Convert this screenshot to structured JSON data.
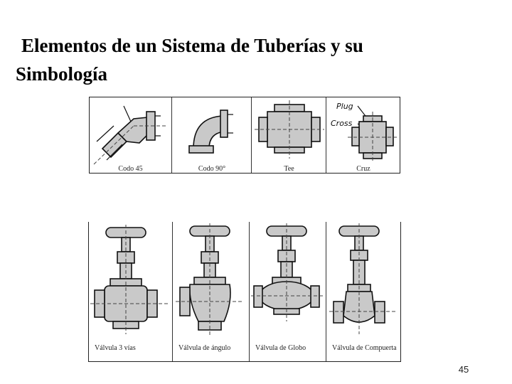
{
  "title": {
    "line1": "Elementos de un Sistema de Tuberías y su",
    "line2": "Simbología"
  },
  "fittings": {
    "items": [
      {
        "caption": "Codo 45"
      },
      {
        "caption": "Codo 90°"
      },
      {
        "caption": "Tee"
      },
      {
        "caption": "Cruz"
      }
    ],
    "labels": {
      "plug": "Plug",
      "cross": "Cross"
    }
  },
  "valves": {
    "items": [
      {
        "caption": "Válvula 3 vías"
      },
      {
        "caption": "Válvula de ángulo"
      },
      {
        "caption": "Válvula de Globo"
      },
      {
        "caption": "Válvula de Compuerta"
      }
    ]
  },
  "page_number": "45"
}
